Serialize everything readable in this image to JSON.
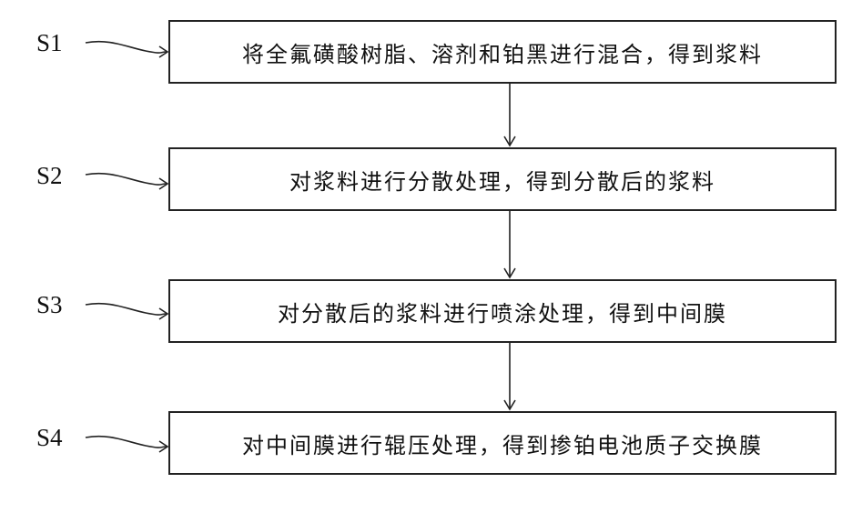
{
  "steps": [
    {
      "id": "S1",
      "text": "将全氟磺酸树脂、溶剂和铂黑进行混合，得到浆料"
    },
    {
      "id": "S2",
      "text": "对浆料进行分散处理，得到分散后的浆料"
    },
    {
      "id": "S3",
      "text": "对分散后的浆料进行喷涂处理，得到中间膜"
    },
    {
      "id": "S4",
      "text": "对中间膜进行辊压处理，得到掺铂电池质子交换膜"
    }
  ],
  "colors": {
    "line": "#222222",
    "text": "#111111",
    "background": "#ffffff"
  }
}
